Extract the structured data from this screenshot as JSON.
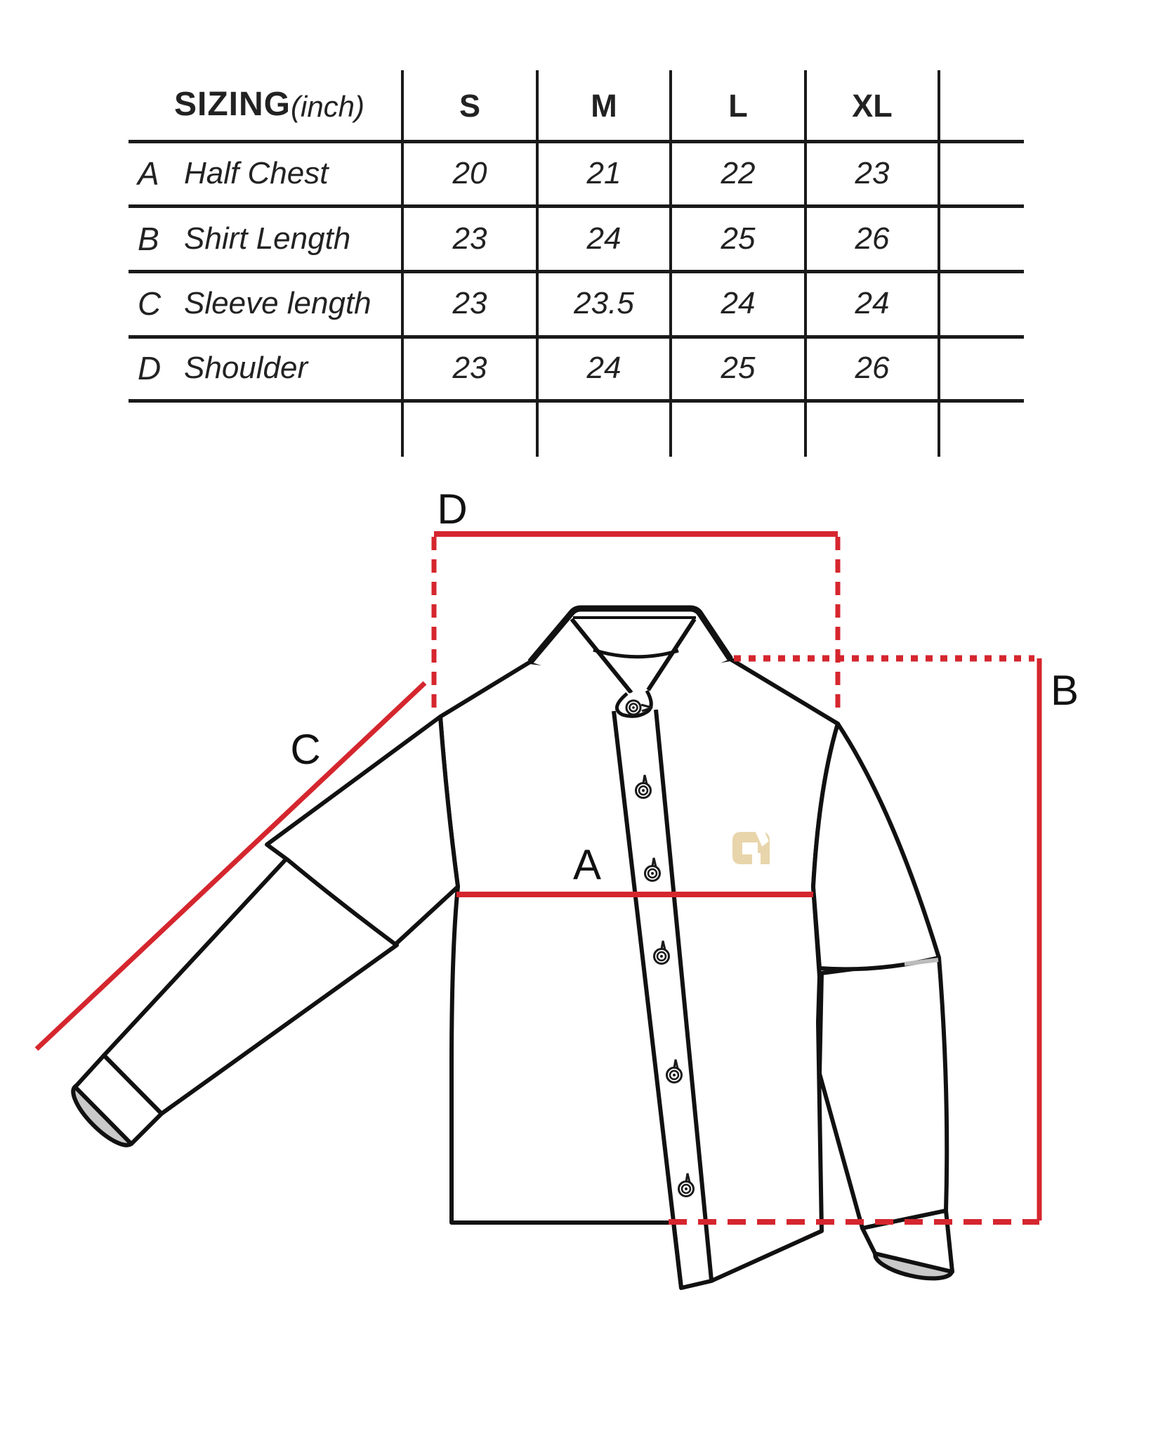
{
  "table": {
    "title": "SIZING",
    "unit": "(inch)",
    "columns": [
      "S",
      "M",
      "L",
      "XL"
    ],
    "rows": [
      {
        "key": "A",
        "label": "Half Chest",
        "values": [
          "20",
          "21",
          "22",
          "23"
        ]
      },
      {
        "key": "B",
        "label": "Shirt Length",
        "values": [
          "23",
          "24",
          "25",
          "26"
        ]
      },
      {
        "key": "C",
        "label": "Sleeve length",
        "values": [
          "23",
          "23.5",
          "24",
          "24"
        ]
      },
      {
        "key": "D",
        "label": "Shoulder",
        "values": [
          "23",
          "24",
          "25",
          "26"
        ]
      }
    ]
  },
  "diagram": {
    "labels": {
      "a": "A",
      "b": "B",
      "c": "C",
      "d": "D"
    },
    "colors": {
      "measure_red": "#d5262e",
      "logo_tan": "#e8d5ab",
      "cuff_gray": "#c9c9c9",
      "outline_black": "#111111"
    }
  }
}
